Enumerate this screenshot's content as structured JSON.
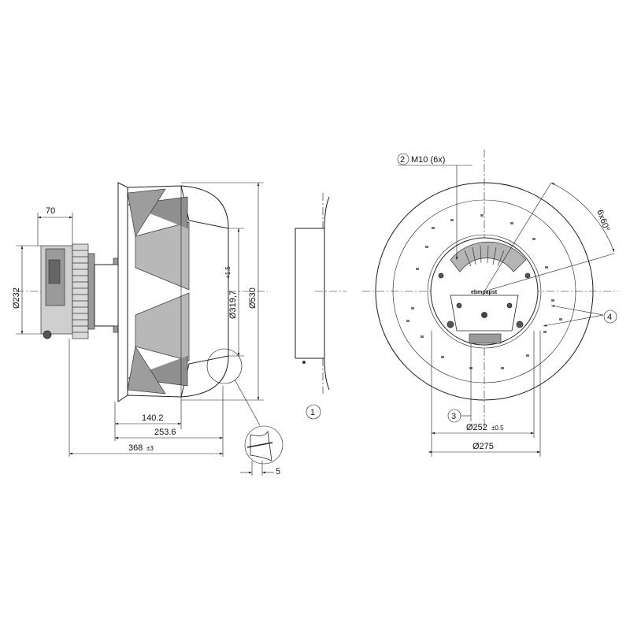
{
  "dimensions": {
    "d70": "70",
    "d232": "Ø232",
    "d319": "Ø319,7",
    "d319_tol": "+1.5",
    "d530": "Ø530",
    "d140": "140.2",
    "d253": "253.6",
    "d368": "368",
    "d368_tol": "±3",
    "d5": "5",
    "m10": "M10 (6x)",
    "angle": "6x60°",
    "d252": "Ø252",
    "d252_tol": "±0.5",
    "d275": "Ø275"
  },
  "callouts": {
    "c1": "1",
    "c2": "2",
    "c3": "3",
    "c4": "4"
  },
  "logo_text": "ebmpapst",
  "colors": {
    "line": "#1a1a1a",
    "fill_gray": "#9a9a9a"
  }
}
